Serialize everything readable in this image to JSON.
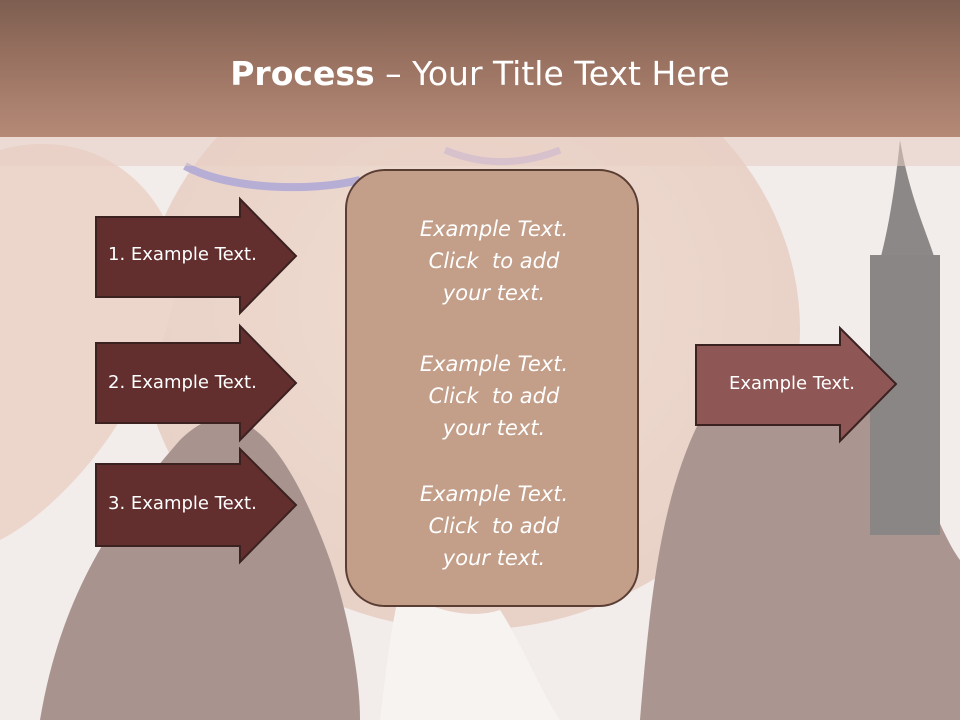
{
  "title": {
    "bold": "Process",
    "rest": " – Your Title Text Here"
  },
  "left_arrows": [
    {
      "label": "1. Example Text."
    },
    {
      "label": "2. Example Text."
    },
    {
      "label": "3. Example Text."
    }
  ],
  "center_blocks": [
    {
      "lines": [
        "Example Text.",
        "Click  to add",
        "your text."
      ]
    },
    {
      "lines": [
        "Example Text.",
        "Click  to add",
        "your text."
      ]
    },
    {
      "lines": [
        "Example Text.",
        "Click  to add",
        "your text."
      ]
    }
  ],
  "right_arrow": {
    "label": "Example Text."
  },
  "colors": {
    "title_band": "#9a7261",
    "left_arrow_fill": "#632f2e",
    "right_arrow_fill": "#8e5655",
    "center_box_fill": "#c39e89",
    "outline": "#3b2220"
  }
}
